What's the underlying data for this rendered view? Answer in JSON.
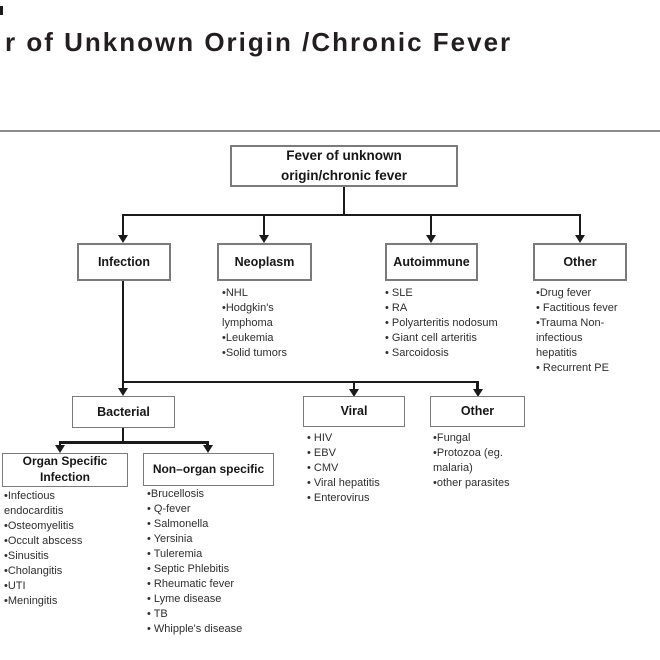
{
  "header": {
    "title": "r of Unknown Origin /Chronic Fever"
  },
  "flowchart": {
    "root": {
      "line1": "Fever of unknown",
      "line2": "origin/chronic fever"
    },
    "categories": {
      "infection": {
        "label": "Infection"
      },
      "neoplasm": {
        "label": "Neoplasm",
        "items": [
          "•NHL",
          "•Hodgkin's",
          "lymphoma",
          "•Leukemia",
          "•Solid tumors"
        ]
      },
      "autoimmune": {
        "label": "Autoimmune",
        "items": [
          "• SLE",
          "• RA",
          "• Polyarteritis nodosum",
          "• Giant cell arteritis",
          "• Sarcoidosis"
        ]
      },
      "other": {
        "label": "Other",
        "items": [
          "•Drug fever",
          "• Factitious fever",
          "•Trauma Non-",
          "infectious",
          "hepatitis",
          "• Recurrent PE"
        ]
      }
    },
    "infection_children": {
      "bacterial": {
        "label": "Bacterial"
      },
      "viral": {
        "label": "Viral",
        "items": [
          "• HIV",
          "• EBV",
          "• CMV",
          "• Viral hepatitis",
          "• Enterovirus"
        ]
      },
      "other": {
        "label": "Other",
        "items": [
          "•Fungal",
          "•Protozoa (eg.",
          "malaria)",
          "•other parasites"
        ]
      }
    },
    "bacterial_children": {
      "organ_specific": {
        "line1": "Organ Specific",
        "line2": "Infection",
        "items": [
          "•Infectious",
          "endocarditis",
          "•Osteomyelitis",
          "•Occult abscess",
          "•Sinusitis",
          "•Cholangitis",
          "•UTI",
          "•Meningitis"
        ]
      },
      "non_organ_specific": {
        "label": "Non–organ specific",
        "items": [
          "•Brucellosis",
          "• Q-fever",
          "• Salmonella",
          "• Yersinia",
          "• Tuleremia",
          "• Septic Phlebitis",
          "• Rheumatic fever",
          "• Lyme disease",
          "• TB",
          "• Whipple's disease"
        ]
      }
    },
    "colors": {
      "line": "#1a1a1a",
      "box_border": "#7a7a7a",
      "text": "#231f20",
      "divider": "#8c8c8c"
    }
  }
}
